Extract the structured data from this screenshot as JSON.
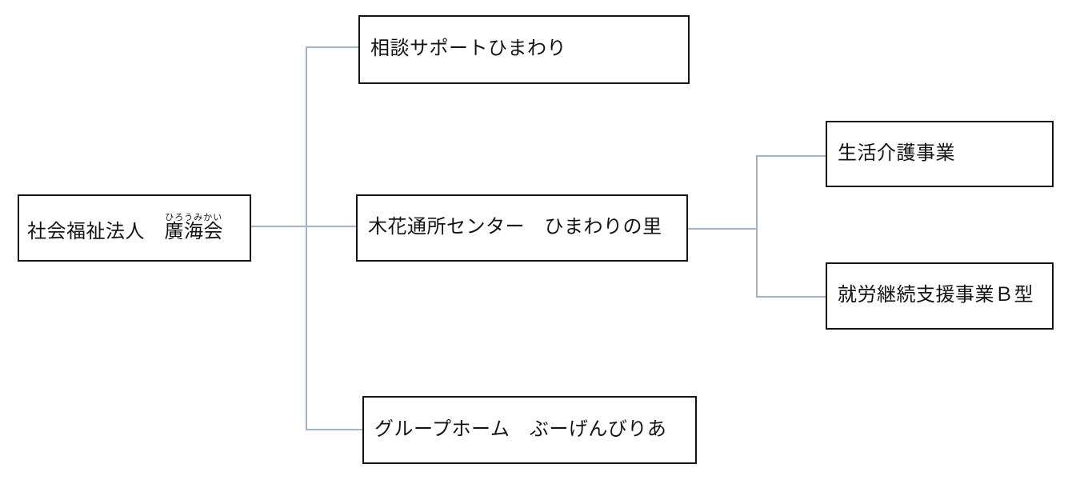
{
  "org_chart": {
    "root": {
      "prefix": "社会福祉法人　",
      "name": "廣海会",
      "furigana": "ひろうみかい"
    },
    "branches": [
      {
        "label": "相談サポートひまわり"
      },
      {
        "label": "木花通所センター　ひまわりの里"
      },
      {
        "label": "グループホーム　ぶーげんびりあ"
      }
    ],
    "sub_branches": [
      {
        "label": "生活介護事業"
      },
      {
        "label": "就労継続支援事業Ｂ型"
      }
    ]
  },
  "colors": {
    "connector": "#a3b1c9",
    "box_border": "#151515",
    "box_background": "#ffffff",
    "page_background": "#ffffff",
    "text": "#141414"
  }
}
